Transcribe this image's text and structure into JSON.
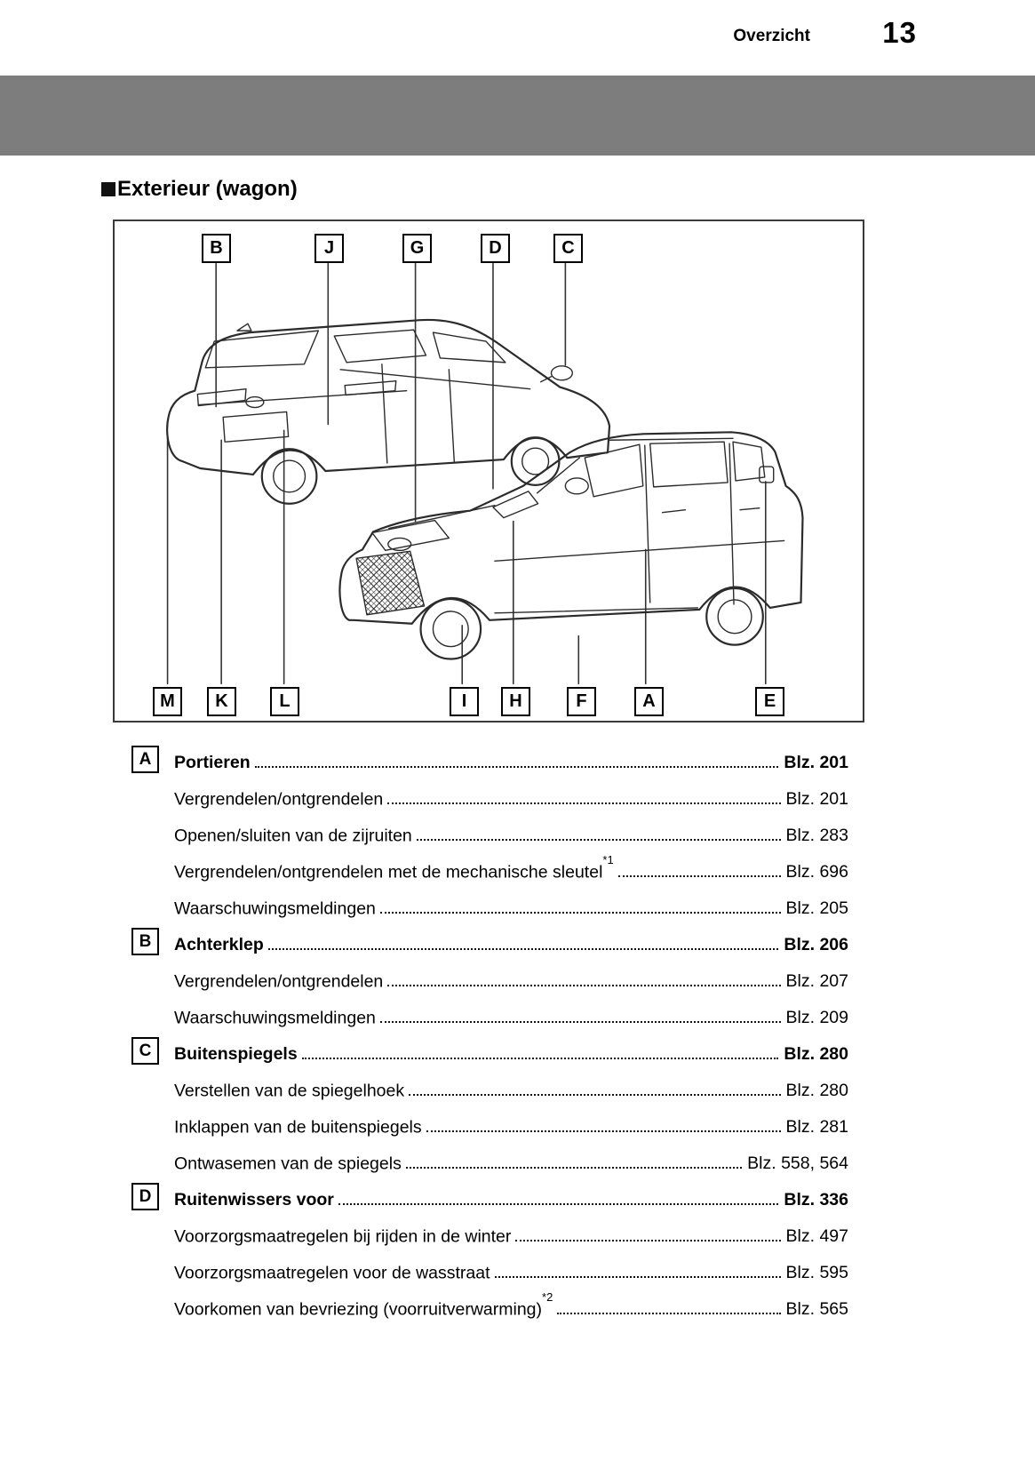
{
  "page": {
    "header": {
      "section_title": "Overzicht",
      "page_number": "13"
    },
    "heading": "Exterieur (wagon)"
  },
  "diagram": {
    "top_labels": [
      "B",
      "J",
      "G",
      "D",
      "C"
    ],
    "bottom_labels": [
      "M",
      "K",
      "L",
      "I",
      "H",
      "F",
      "A",
      "E"
    ]
  },
  "index": {
    "sections": [
      {
        "letter": "A",
        "title": "Portieren",
        "page": "Blz. 201",
        "items": [
          {
            "label": "Vergrendelen/ontgrendelen",
            "page": "Blz. 201"
          },
          {
            "label": "Openen/sluiten van de zijruiten",
            "page": "Blz. 283"
          },
          {
            "label": "Vergrendelen/ontgrendelen met de mechanische sleutel",
            "sup": "*1",
            "page": "Blz. 696"
          },
          {
            "label": "Waarschuwingsmeldingen",
            "page": "Blz. 205"
          }
        ]
      },
      {
        "letter": "B",
        "title": "Achterklep",
        "page": "Blz. 206",
        "items": [
          {
            "label": "Vergrendelen/ontgrendelen",
            "page": "Blz. 207"
          },
          {
            "label": "Waarschuwingsmeldingen",
            "page": "Blz. 209"
          }
        ]
      },
      {
        "letter": "C",
        "title": "Buitenspiegels",
        "page": "Blz. 280",
        "items": [
          {
            "label": "Verstellen van de spiegelhoek",
            "page": "Blz. 280"
          },
          {
            "label": "Inklappen van de buitenspiegels",
            "page": "Blz. 281"
          },
          {
            "label": "Ontwasemen van de spiegels",
            "page": "Blz. 558, 564"
          }
        ]
      },
      {
        "letter": "D",
        "title": "Ruitenwissers voor",
        "page": "Blz. 336",
        "items": [
          {
            "label": "Voorzorgsmaatregelen bij rijden in de winter",
            "page": "Blz. 497"
          },
          {
            "label": "Voorzorgsmaatregelen voor de wasstraat",
            "page": "Blz. 595"
          },
          {
            "label": "Voorkomen van bevriezing (voorruitverwarming)",
            "sup": "*2",
            "page": "Blz. 565"
          }
        ]
      }
    ]
  }
}
